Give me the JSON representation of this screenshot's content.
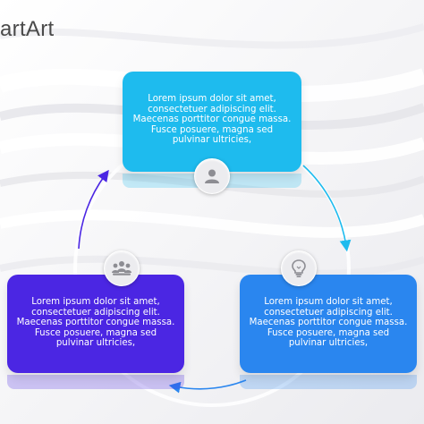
{
  "title": "artArt",
  "cards": {
    "top": {
      "lines": [
        "Lorem ipsum dolor sit amet,",
        "consectetuer adipiscing elit.",
        "Maecenas porttitor congue massa.",
        "Fusce posuere, magna sed",
        "pulvinar ultricies,"
      ],
      "color": "#1ebbee"
    },
    "left": {
      "lines": [
        "Lorem ipsum dolor sit amet,",
        "consectetuer adipiscing elit.",
        "Maecenas porttitor congue massa.",
        "Fusce posuere, magna sed",
        "pulvinar ultricies,"
      ],
      "color": "#4b26e3"
    },
    "right": {
      "lines": [
        "Lorem ipsum dolor sit amet,",
        "consectetuer adipiscing elit.",
        "Maecenas porttitor congue massa.",
        "Fusce posuere, magna sed",
        "pulvinar ultricies,"
      ],
      "color": "#2a86ef"
    }
  },
  "icons": {
    "top": "user-icon",
    "left": "people-group-icon",
    "right": "lightbulb-icon"
  },
  "arrow_colors": {
    "top_to_right": "#1ebbee",
    "right_to_left": "#2a86ef",
    "left_to_top": "#4b26e3"
  }
}
